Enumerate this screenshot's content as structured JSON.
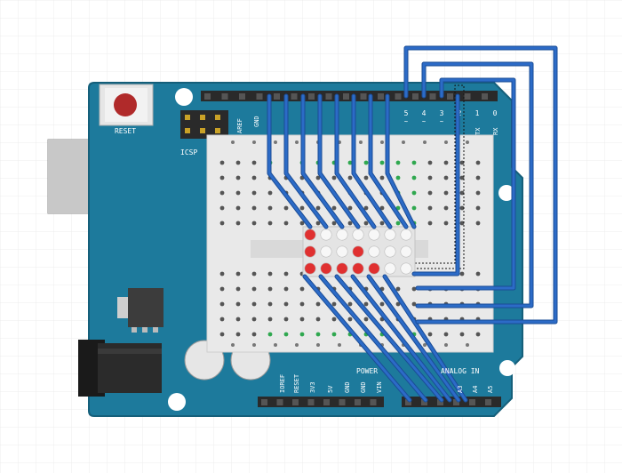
{
  "board": {
    "reset_label": "RESET",
    "icsp_label": "ICSP",
    "header_top_labels": [
      "AREF",
      "GND"
    ],
    "digital_pin_labels": [
      "5",
      "4",
      "3",
      "2",
      "1",
      "0"
    ],
    "digital_pin_marks": [
      "~",
      "~",
      "~",
      ""
    ],
    "tx_label": "TX",
    "rx_label": "RX",
    "power_group_label": "POWER",
    "power_pins": [
      "IOREF",
      "RESET",
      "3V3",
      "5V",
      "GND",
      "GND",
      "VIN"
    ],
    "analog_group_label": "ANALOG IN",
    "analog_pins": [
      "A3",
      "A4",
      "A5"
    ]
  },
  "led_matrix": {
    "rows": 3,
    "cols": 7,
    "lit_cells": [
      [
        0,
        0
      ],
      [
        1,
        0
      ],
      [
        2,
        0
      ],
      [
        2,
        1
      ],
      [
        2,
        2
      ],
      [
        1,
        3
      ],
      [
        2,
        3
      ],
      [
        2,
        4
      ]
    ]
  },
  "colors": {
    "board": "#1d7a9c",
    "board_edge": "#155f7a",
    "breadboard": "#e9e9e9",
    "wire": "#2c6bc7",
    "wire_edge": "#1a4c96",
    "led_on": "#e03030",
    "led_off": "#f7f7f7",
    "grid": "#ececec"
  }
}
